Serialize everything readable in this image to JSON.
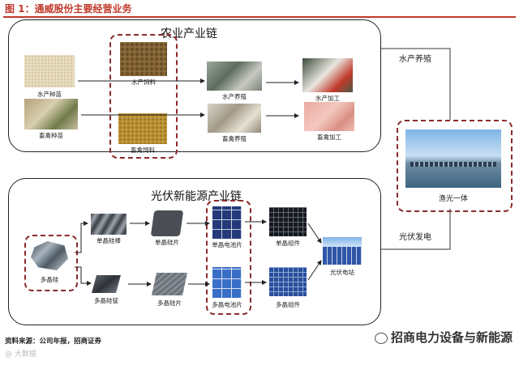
{
  "figure_title": "图 1：通威股份主要经营业务",
  "agri_chain": {
    "title": "农业产业链",
    "aqua_seed": "水产种苗",
    "poultry_seed": "畜禽种苗",
    "aqua_feed": "水产饲料",
    "poultry_feed": "畜禽饲料",
    "aqua_farming": "水产养殖",
    "poultry_farming": "畜禽养殖",
    "aqua_processing": "水产加工",
    "poultry_processing": "畜禽加工"
  },
  "fishery_pv": {
    "label": "渔光一体",
    "link_aqua": "水产养殖",
    "link_pv": "光伏发电"
  },
  "pv_chain": {
    "title": "光伏新能源产业链",
    "polysilicon": "多晶硅",
    "mono_ingot": "单晶硅棒",
    "mono_wafer": "单晶硅片",
    "mono_cell": "单晶电池片",
    "mono_module": "单晶组件",
    "multi_ingot": "多晶硅锭",
    "multi_wafer": "多晶硅片",
    "multi_cell": "多晶电池片",
    "multi_module": "多晶组件",
    "pv_station": "光伏电站"
  },
  "source": "资料来源：公司年报，招商证券",
  "watermark_left": "大数据",
  "watermark_right": "招商电力设备与新能源",
  "colors": {
    "accent": "#c0392b",
    "dash": "#8b2b2b"
  }
}
